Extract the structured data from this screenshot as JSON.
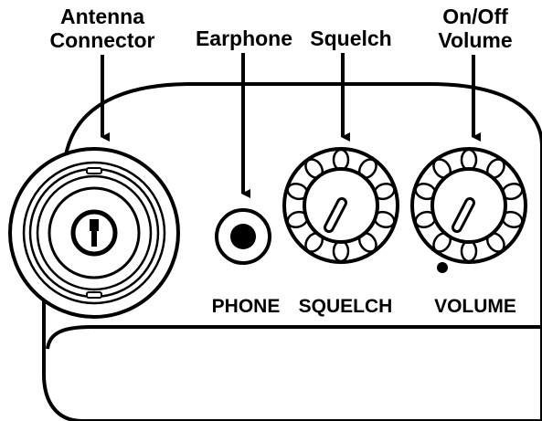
{
  "callouts": {
    "antenna_line1": "Antenna",
    "antenna_line2": "Connector",
    "earphone": "Earphone",
    "squelch": "Squelch",
    "onoff_line1": "On/Off",
    "onoff_line2": "Volume"
  },
  "panel_labels": {
    "phone": "PHONE",
    "squelch": "SQUELCH",
    "volume": "VOLUME"
  },
  "colors": {
    "ink": "#000000",
    "paper": "#ffffff"
  }
}
